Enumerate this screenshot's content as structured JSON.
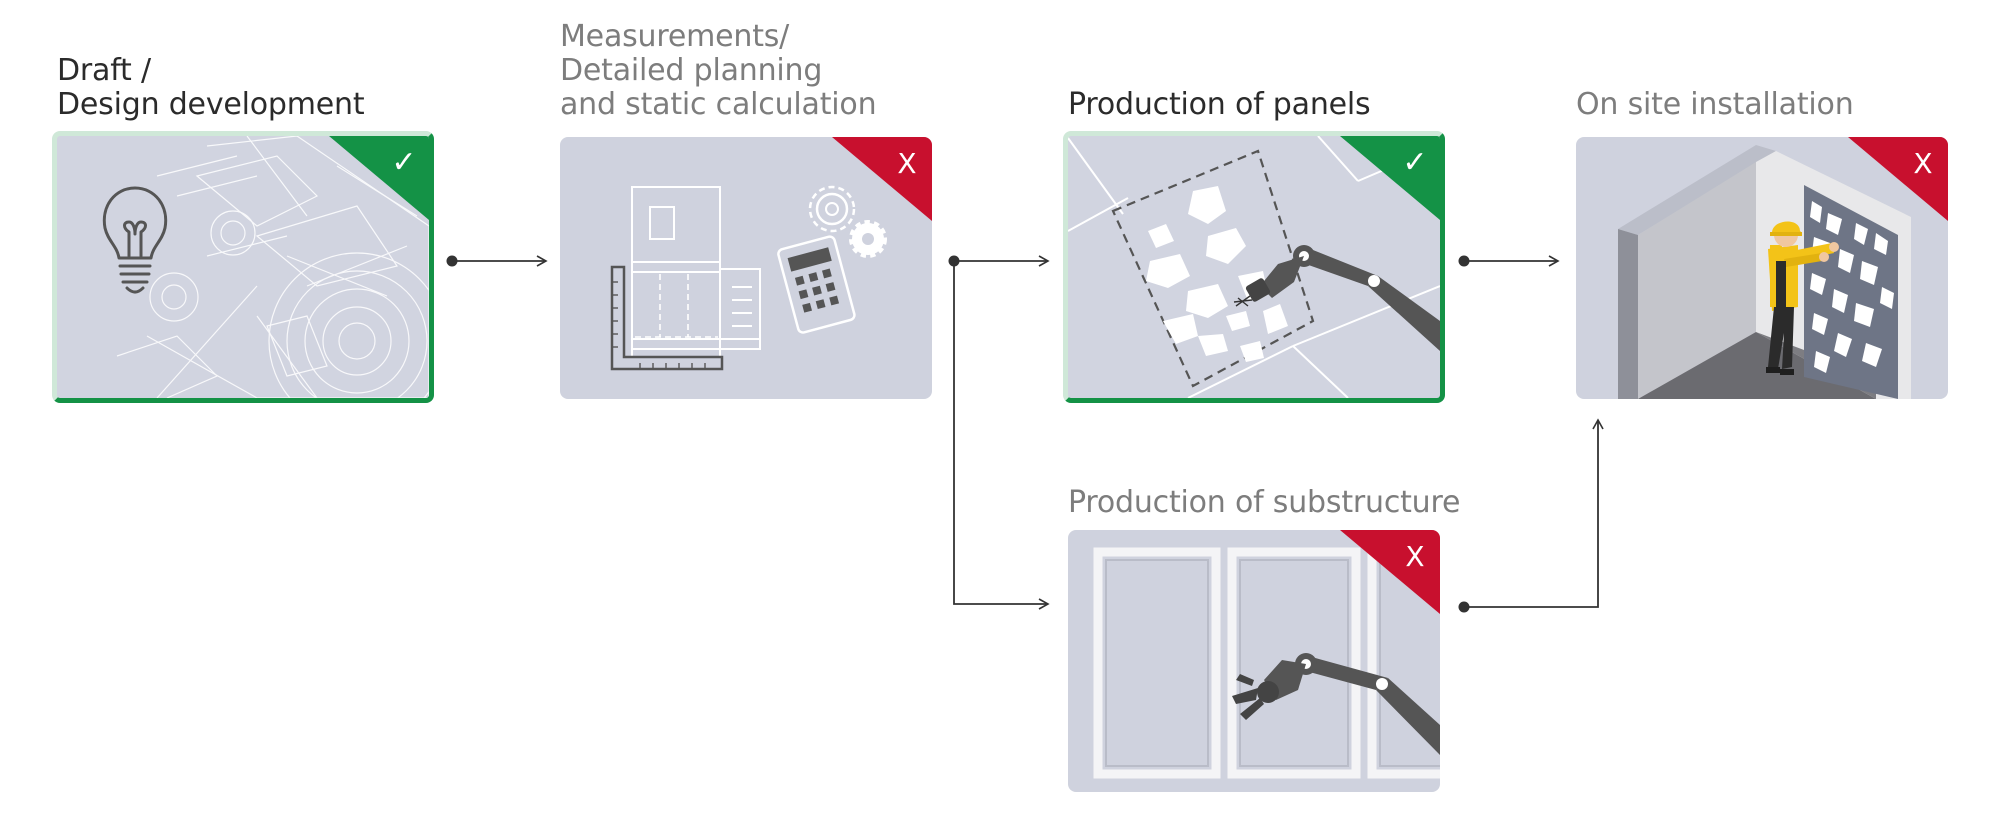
{
  "stages": [
    {
      "id": "draft",
      "title_lines": [
        "Draft /",
        "Design development"
      ],
      "status": "done",
      "icon": "lightbulb-blueprint-icon"
    },
    {
      "id": "measurements",
      "title_lines": [
        "Measurements/",
        "Detailed planning",
        "and static calculation"
      ],
      "status": "not-included",
      "icon": "ruler-calculator-icon"
    },
    {
      "id": "panels",
      "title_lines": [
        "Production of panels"
      ],
      "status": "done",
      "icon": "robot-panel-icon"
    },
    {
      "id": "installation",
      "title_lines": [
        "On site installation"
      ],
      "status": "not-included",
      "icon": "worker-installation-icon"
    },
    {
      "id": "substructure",
      "title_lines": [
        "Production of substructure"
      ],
      "status": "not-included",
      "icon": "robot-frame-icon"
    }
  ],
  "badges": {
    "done_symbol": "✓",
    "not_included_symbol": "X"
  },
  "colors": {
    "done": "#149246",
    "not_included": "#c8102e",
    "card_bg": "#cfd2de",
    "art_dark": "#555555",
    "worker_yellow": "#f3c318",
    "active_title": "#2b2b2b",
    "inactive_title": "#7d7d7d"
  }
}
